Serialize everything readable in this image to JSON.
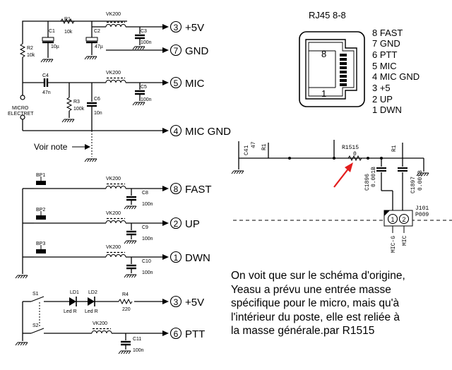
{
  "schematic": {
    "components": {
      "r1": "R1",
      "r1_value": "10k",
      "r2": "R2",
      "r2_value": "10k",
      "r3": "R3",
      "r3_value": "100k",
      "r4": "R4",
      "r4_value": "220",
      "c1": "C1",
      "c1_value": "10µ",
      "c2": "C2",
      "c2_value": "47µ",
      "c3": "C3",
      "c3_value": "100n",
      "c4": "C4",
      "c4_value": "47n",
      "c5": "C5",
      "c5_value": "100n",
      "c6": "C6",
      "c6_value": "10n",
      "c8": "C8",
      "c8_value": "100n",
      "c9": "C9",
      "c9_value": "100n",
      "c10": "C10",
      "c10_value": "100n",
      "c11": "C11",
      "c11_value": "100n",
      "vk200": "VK200",
      "bp1": "BP1",
      "bp2": "BP2",
      "bp3": "BP3",
      "s1": "S1",
      "s2": "S2",
      "ld1": "LD1",
      "ld2": "LD2",
      "led_r": "Led R",
      "mic_line1": "MICRO",
      "mic_line2": "ELECTRET"
    },
    "voir_note": "Voir note",
    "outputs": [
      {
        "num": "3",
        "label": "+5V"
      },
      {
        "num": "7",
        "label": "GND"
      },
      {
        "num": "5",
        "label": "MIC"
      },
      {
        "num": "4",
        "label": "MIC GND"
      },
      {
        "num": "8",
        "label": "FAST"
      },
      {
        "num": "2",
        "label": "UP"
      },
      {
        "num": "1",
        "label": "DWN"
      },
      {
        "num": "3",
        "label": "+5V"
      },
      {
        "num": "6",
        "label": "PTT"
      }
    ]
  },
  "rj45": {
    "title": "RJ45 8-8",
    "pin_top": "8",
    "pin_bottom": "1",
    "pins": [
      "8 FAST",
      "7 GND",
      "6 PTT",
      "5 MIC",
      "4 MIC GND",
      "3 +5",
      "2 UP",
      "1 DWN"
    ]
  },
  "original_excerpt": {
    "c41": "C41",
    "c41_value": "47",
    "r1_partial": "R1",
    "r1_2": "R1",
    "r1515": "R1515",
    "r1515_value": "0",
    "c1896": "C1896",
    "c1896_value": "0.001B",
    "c1897": "C1897",
    "c1897_value": "0.001B",
    "j101": "J101",
    "p009": "P009",
    "pin1": "1",
    "pin2": "2",
    "mic_g": "MIC-G",
    "mic": "MIC"
  },
  "caption": [
    "On voit que sur le schéma d'origine,",
    "Yeasu a prévu une entrée masse",
    "spécifique pour le micro, mais qu'à",
    "l'intérieur du poste, elle est reliée à",
    "la masse générale.par R1515"
  ]
}
